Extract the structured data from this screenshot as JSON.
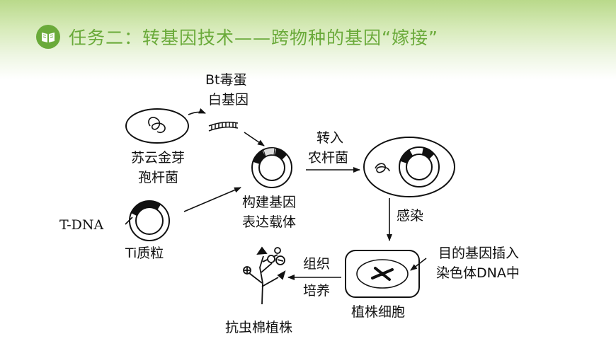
{
  "header": {
    "title": "任务二：转基因技术——跨物种的基因“嫁接”",
    "icon": "open-book-icon",
    "accent_color": "#6aaa3a"
  },
  "diagram": {
    "bt_gene": [
      "Bt毒蛋",
      "白基因"
    ],
    "bacillus": [
      "苏云金芽",
      "孢杆菌"
    ],
    "t_dna": "T-DNA",
    "ti_plasmid": "Ti质粒",
    "build_vector": [
      "构建基因",
      "表达载体"
    ],
    "transfer": [
      "转入",
      "农杆菌"
    ],
    "infect": "感染",
    "gene_insert": [
      "目的基因插入",
      "染色体DNA中"
    ],
    "plant_cell": "植株细胞",
    "tissue_culture": [
      "组织",
      "培养"
    ],
    "result_plant": "抗虫棉植株"
  }
}
